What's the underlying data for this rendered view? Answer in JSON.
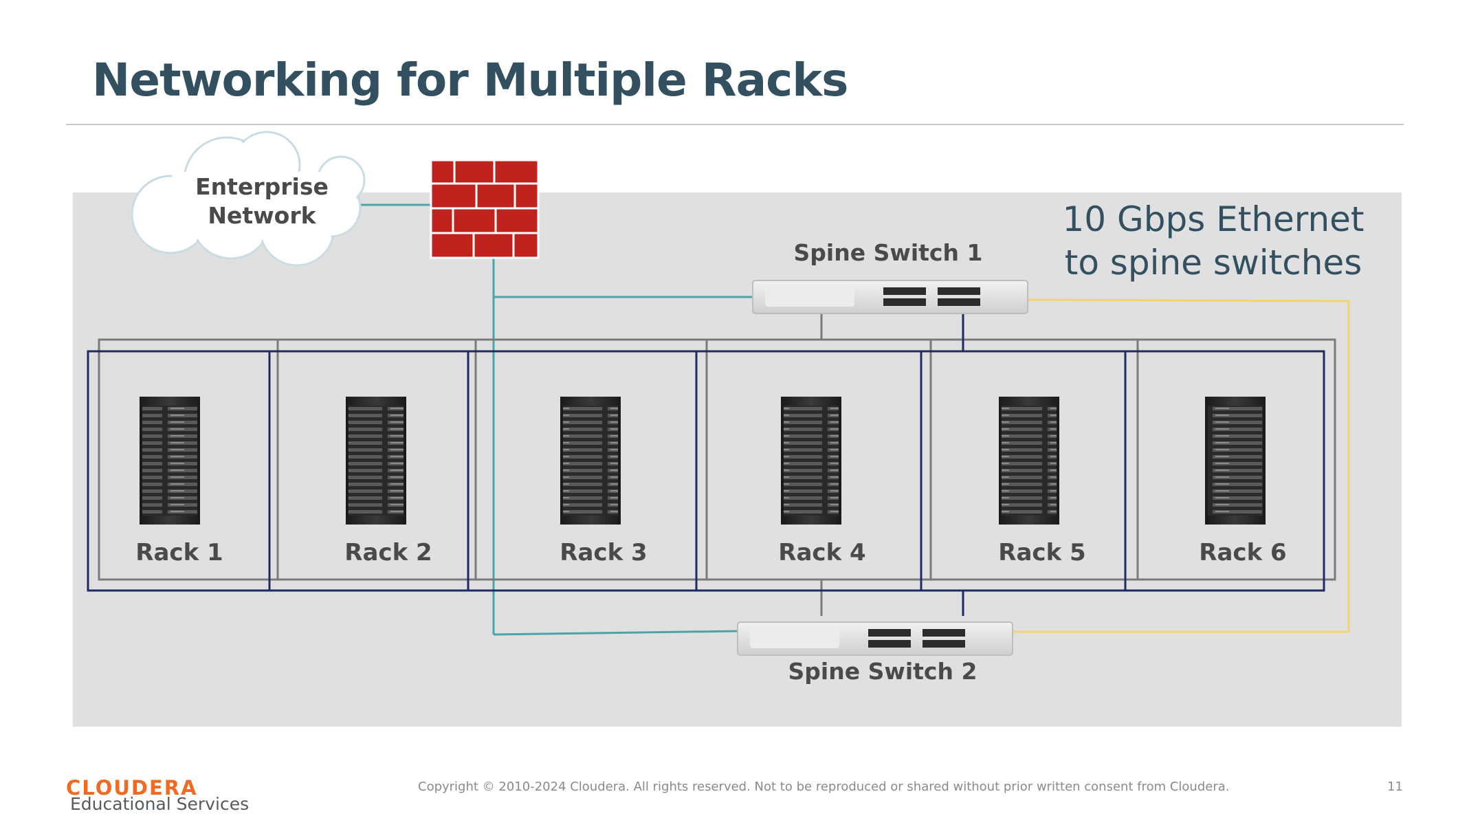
{
  "slide": {
    "title": "Networking for Multiple Racks"
  },
  "diagram": {
    "cloud_label_line1": "Enterprise",
    "cloud_label_line2": "Network",
    "firewall_icon": "brick-firewall-icon",
    "note_line1": "10 Gbps Ethernet",
    "note_line2": "to spine switches",
    "spine_switch_1": "Spine Switch 1",
    "spine_switch_2": "Spine Switch 2",
    "racks": [
      "Rack 1",
      "Rack 2",
      "Rack 3",
      "Rack 4",
      "Rack 5",
      "Rack 6"
    ],
    "colors": {
      "background_panel": "#e0e0e0",
      "firewall_red": "#c0221e",
      "teal_link": "#4aa3a8",
      "yellow_link": "#f3d56b",
      "navy_outline": "#1e2b63",
      "gray_outline": "#7a7a7a",
      "text_dark": "#4a4a4a",
      "note_text": "#32505f"
    }
  },
  "footer": {
    "brand": "CLOUDERA",
    "subtitle": "Educational Services",
    "copyright": "Copyright © 2010-2024 Cloudera. All rights reserved. Not to be reproduced or shared without prior written consent from Cloudera.",
    "page_number": "11"
  }
}
